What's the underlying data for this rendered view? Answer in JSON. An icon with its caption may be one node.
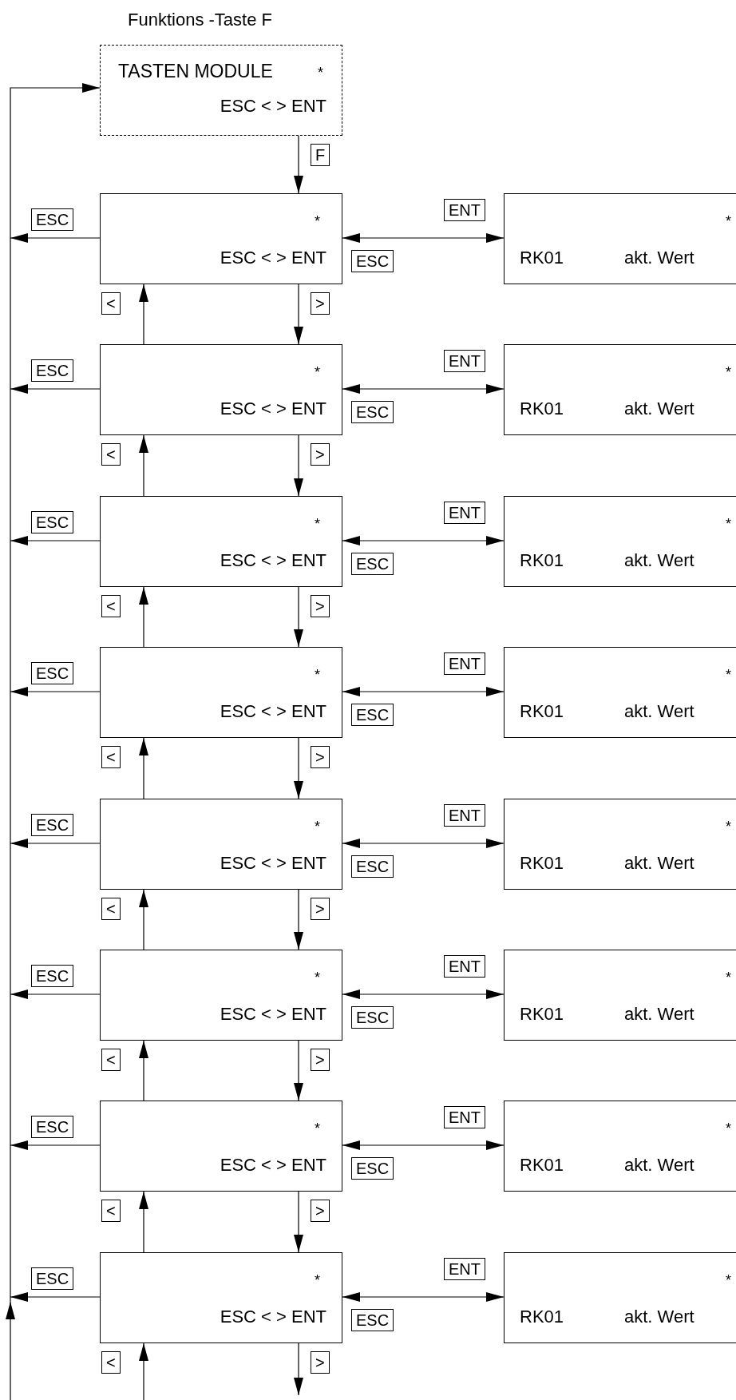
{
  "diagram": {
    "title": "Funktions -Taste F",
    "nodes": [
      {
        "text": [
          "TASTEN MODULE",
          "*",
          "ESC < > ENT"
        ]
      },
      {
        "text": [
          "*",
          "ESC < > ENT"
        ]
      },
      {
        "text": [
          "*",
          "RK01",
          "akt. Wert"
        ]
      },
      {
        "text": [
          "*",
          "ESC < > ENT"
        ]
      },
      {
        "text": [
          "*",
          "RK01",
          "akt. Wert"
        ]
      },
      {
        "text": [
          "*",
          "ESC < > ENT"
        ]
      },
      {
        "text": [
          "*",
          "RK01",
          "akt. Wert"
        ]
      },
      {
        "text": [
          "*",
          "ESC < > ENT"
        ]
      },
      {
        "text": [
          "*",
          "RK01",
          "akt. Wert"
        ]
      },
      {
        "text": [
          "*",
          "ESC < > ENT"
        ]
      },
      {
        "text": [
          "*",
          "RK01",
          "akt. Wert"
        ]
      },
      {
        "text": [
          "*",
          "ESC < > ENT"
        ]
      },
      {
        "text": [
          "*",
          "RK01",
          "akt. Wert"
        ]
      },
      {
        "text": [
          "*",
          "ESC < > ENT"
        ]
      },
      {
        "text": [
          "*",
          "RK01",
          "akt. Wert"
        ]
      },
      {
        "text": [
          "*",
          "ESC < > ENT"
        ]
      },
      {
        "text": [
          "*",
          "RK01",
          "akt. Wert"
        ]
      }
    ],
    "edges": [
      {
        "from": 0,
        "to": 1,
        "arrow": "to",
        "label": "F"
      },
      {
        "from": 1,
        "to": 2,
        "arrow": "both",
        "label": "ENT"
      },
      {
        "from": 1,
        "to": 0,
        "arrow": "to",
        "label": "ESC"
      },
      {
        "from": 1,
        "to": 3,
        "arrow": "to",
        "label": ">"
      },
      {
        "from": 3,
        "to": 1,
        "arrow": "to",
        "label": "<"
      },
      {
        "from": 3,
        "to": 4,
        "arrow": "both",
        "label": "ENT"
      },
      {
        "from": 3,
        "to": 0,
        "arrow": "to",
        "label": "ESC"
      },
      {
        "from": 3,
        "to": 5,
        "arrow": "to",
        "label": ">"
      },
      {
        "from": 5,
        "to": 3,
        "arrow": "to",
        "label": "<"
      },
      {
        "from": 5,
        "to": 6,
        "arrow": "both",
        "label": "ENT"
      },
      {
        "from": 5,
        "to": 0,
        "arrow": "to",
        "label": "ESC"
      },
      {
        "from": 5,
        "to": 7,
        "arrow": "to",
        "label": ">"
      },
      {
        "from": 7,
        "to": 5,
        "arrow": "to",
        "label": "<"
      },
      {
        "from": 7,
        "to": 8,
        "arrow": "both",
        "label": "ENT"
      },
      {
        "from": 7,
        "to": 0,
        "arrow": "to",
        "label": "ESC"
      },
      {
        "from": 7,
        "to": 9,
        "arrow": "to",
        "label": ">"
      },
      {
        "from": 9,
        "to": 7,
        "arrow": "to",
        "label": "<"
      },
      {
        "from": 9,
        "to": 10,
        "arrow": "both",
        "label": "ENT"
      },
      {
        "from": 9,
        "to": 0,
        "arrow": "to",
        "label": "ESC"
      },
      {
        "from": 9,
        "to": 11,
        "arrow": "to",
        "label": ">"
      },
      {
        "from": 11,
        "to": 9,
        "arrow": "to",
        "label": "<"
      },
      {
        "from": 11,
        "to": 12,
        "arrow": "both",
        "label": "ENT"
      },
      {
        "from": 11,
        "to": 0,
        "arrow": "to",
        "label": "ESC"
      },
      {
        "from": 11,
        "to": 13,
        "arrow": "to",
        "label": ">"
      },
      {
        "from": 13,
        "to": 11,
        "arrow": "to",
        "label": "<"
      },
      {
        "from": 13,
        "to": 14,
        "arrow": "both",
        "label": "ENT"
      },
      {
        "from": 13,
        "to": 0,
        "arrow": "to",
        "label": "ESC"
      },
      {
        "from": 13,
        "to": 15,
        "arrow": "to",
        "label": ">"
      },
      {
        "from": 15,
        "to": 13,
        "arrow": "to",
        "label": "<"
      },
      {
        "from": 15,
        "to": 16,
        "arrow": "both",
        "label": "ENT"
      },
      {
        "from": 15,
        "to": 0,
        "arrow": "to",
        "label": "ESC"
      },
      {
        "from": 15,
        "to": null,
        "arrow": "to",
        "label": ">"
      },
      {
        "from": null,
        "to": 15,
        "arrow": "to",
        "label": "<"
      },
      {
        "from": null,
        "to": 0,
        "arrow": "to"
      }
    ],
    "labels": [
      "ESC",
      "ESC",
      "ESC",
      "ESC",
      "ESC",
      "ESC",
      "ESC",
      "ESC"
    ]
  }
}
